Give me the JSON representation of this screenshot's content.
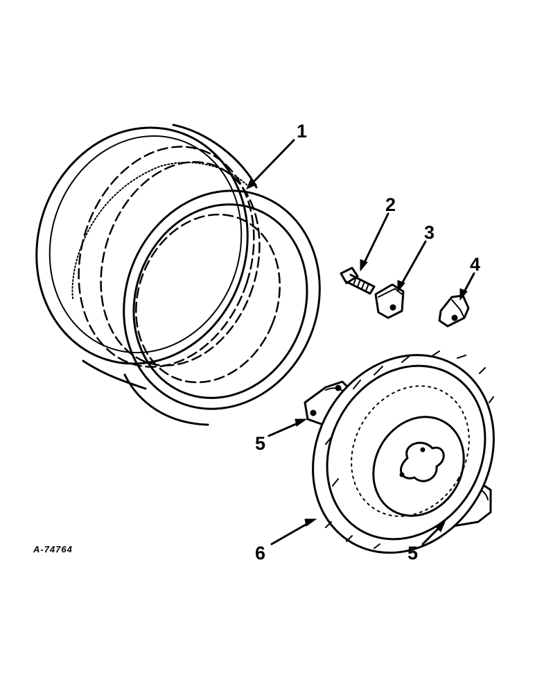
{
  "figure": {
    "code": "A-74764"
  },
  "callouts": [
    {
      "id": "1",
      "label": "1",
      "part": "wheel-rim"
    },
    {
      "id": "2",
      "label": "2",
      "part": "bolt"
    },
    {
      "id": "3",
      "label": "3",
      "part": "clamp"
    },
    {
      "id": "4",
      "label": "4",
      "part": "clamp"
    },
    {
      "id": "5a",
      "label": "5",
      "part": "clamp"
    },
    {
      "id": "5b",
      "label": "5",
      "part": "clamp"
    },
    {
      "id": "6",
      "label": "6",
      "part": "wheel-disc"
    }
  ],
  "colors": {
    "ink": "#000000",
    "paper": "#ffffff"
  }
}
